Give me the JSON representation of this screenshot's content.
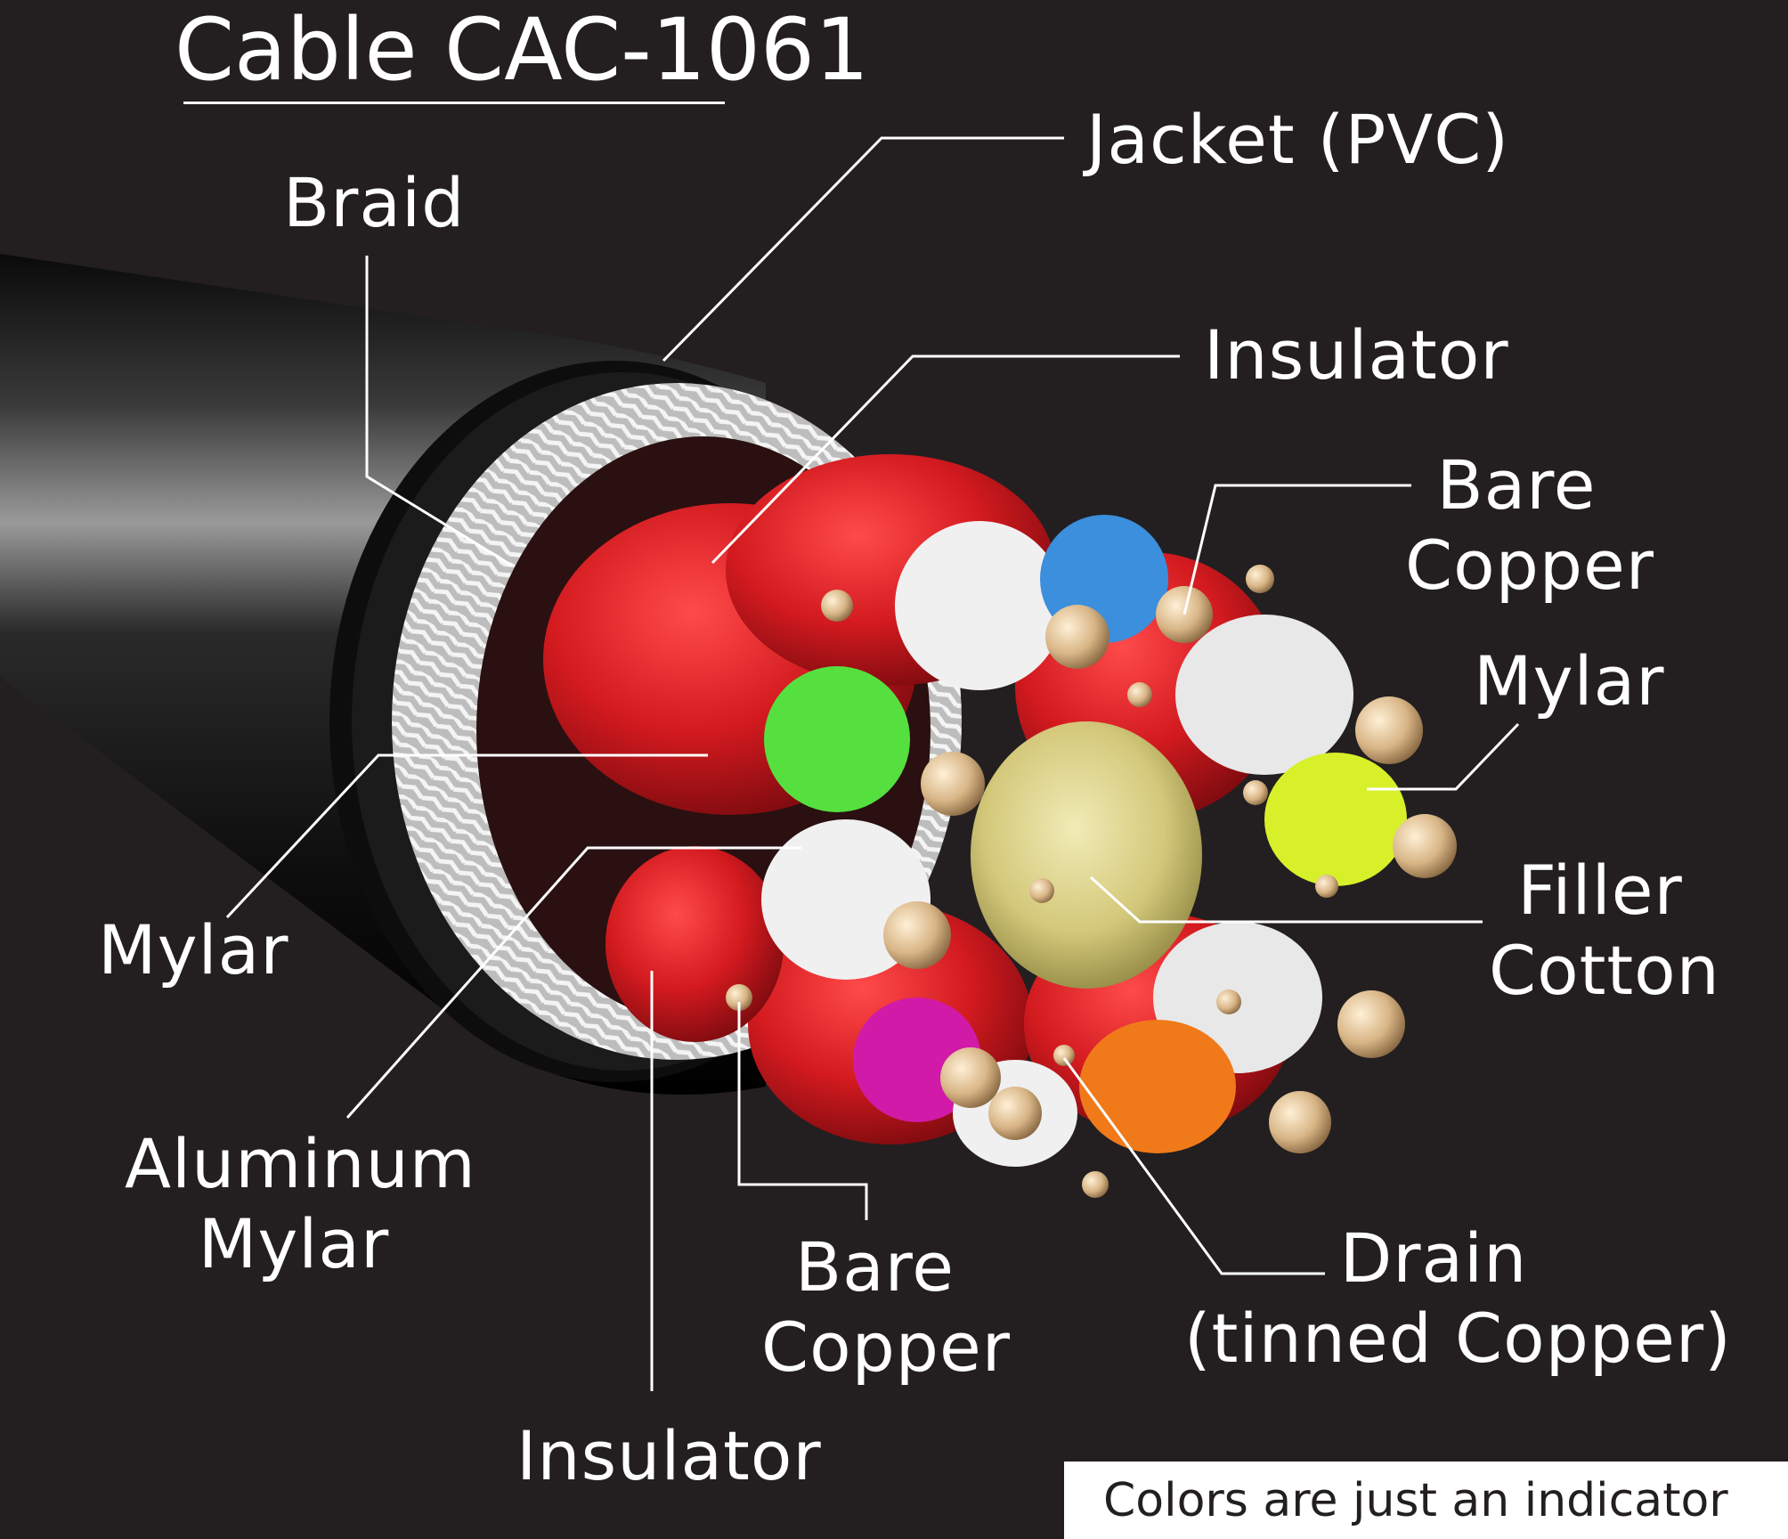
{
  "title": "Cable CAC-1061",
  "labels": {
    "jacket": "Jacket (PVC)",
    "braid": "Braid",
    "insulator_top": "Insulator",
    "bare_copper_top": [
      "Bare",
      "Copper"
    ],
    "mylar_right": "Mylar",
    "filler_cotton": [
      "Filler",
      "Cotton"
    ],
    "mylar_left": "Mylar",
    "aluminum_mylar": [
      "Aluminum",
      "Mylar"
    ],
    "bare_copper_bottom": [
      "Bare",
      "Copper"
    ],
    "drain": [
      "Drain",
      "(tinned Copper)"
    ],
    "insulator_bottom": "Insulator"
  },
  "note": "Colors are just an indicator",
  "colors": {
    "background": "#231f20",
    "jacket": "#111111",
    "braid": "#d9d9d9",
    "pair_shield": "#d51a1f",
    "insulator_white": "#f0f0f0",
    "insulator_blue": "#3b8fdc",
    "insulator_green": "#55e040",
    "insulator_yellow": "#d8f02a",
    "insulator_magenta": "#d11aa8",
    "insulator_orange": "#f07a1a",
    "filler": "#d9cf7a",
    "copper": "#d8b586"
  }
}
